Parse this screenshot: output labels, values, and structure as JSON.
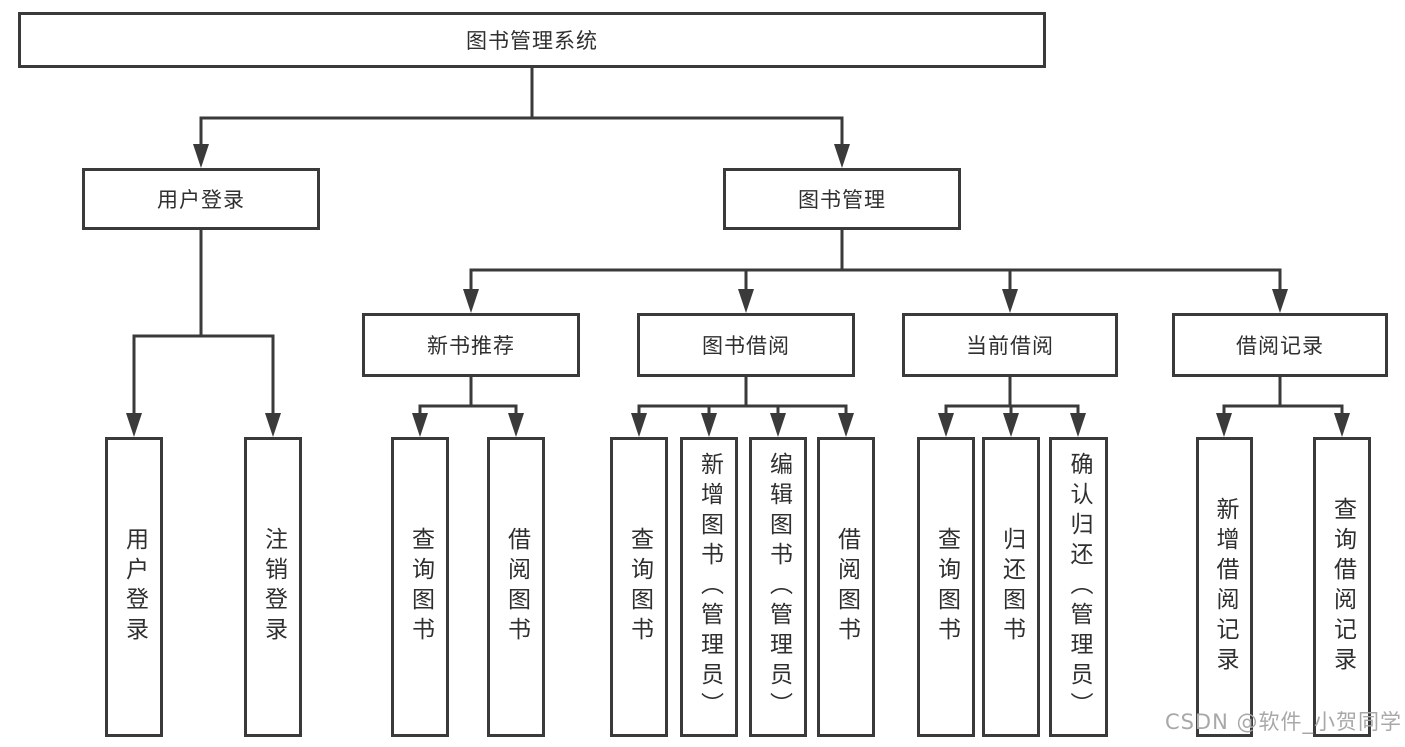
{
  "tree": {
    "root": {
      "label": "图书管理系统",
      "children": [
        {
          "label": "用户登录",
          "children": [
            {
              "label": "用户登录"
            },
            {
              "label": "注销登录"
            }
          ]
        },
        {
          "label": "图书管理",
          "children": [
            {
              "label": "新书推荐",
              "children": [
                {
                  "label": "查询图书"
                },
                {
                  "label": "借阅图书"
                }
              ]
            },
            {
              "label": "图书借阅",
              "children": [
                {
                  "label": "查询图书"
                },
                {
                  "label": "新增图书（管理员）"
                },
                {
                  "label": "编辑图书（管理员）"
                },
                {
                  "label": "借阅图书"
                }
              ]
            },
            {
              "label": "当前借阅",
              "children": [
                {
                  "label": "查询图书"
                },
                {
                  "label": "归还图书"
                },
                {
                  "label": "确认归还（管理员）"
                }
              ]
            },
            {
              "label": "借阅记录",
              "children": [
                {
                  "label": "新增借阅记录"
                },
                {
                  "label": "查询借阅记录"
                }
              ]
            }
          ]
        }
      ]
    }
  },
  "watermark": {
    "text": "CSDN @软件_小贺同学"
  },
  "colors": {
    "line": "#3a3a3a",
    "box_border": "#3a3a3a",
    "text": "#2f2f2f",
    "watermark": "#a8a8a8",
    "background": "#ffffff"
  }
}
